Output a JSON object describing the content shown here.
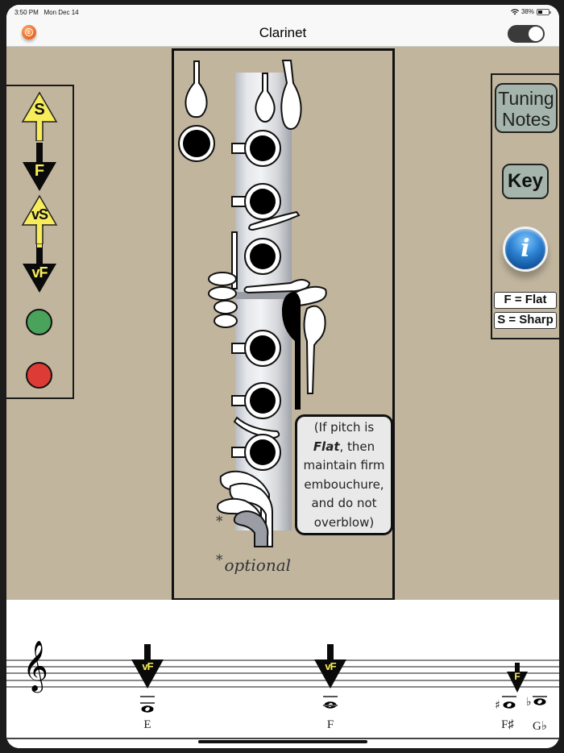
{
  "status_bar": {
    "time": "3:50 PM",
    "date": "Mon Dec 14",
    "wifi_icon": "wifi-icon",
    "battery_percent": "38%",
    "battery_icon": "battery-icon"
  },
  "nav_bar": {
    "title": "Clarinet",
    "left_icon": "copyright-icon",
    "left_icon_glyph": "c",
    "toggle_state": "on"
  },
  "left_panel": {
    "buttons": [
      {
        "label": "S",
        "meaning": "sharp",
        "direction": "up",
        "color": "#f7ec5a"
      },
      {
        "label": "F",
        "meaning": "flat",
        "direction": "down",
        "color": "#0a0a0a"
      },
      {
        "label": "vS",
        "meaning": "very sharp",
        "direction": "up",
        "color": "#f7ec5a"
      },
      {
        "label": "vF",
        "meaning": "very flat",
        "direction": "down",
        "color": "#0a0a0a"
      }
    ],
    "dots": [
      {
        "name": "green-dot",
        "color": "#4aa35a"
      },
      {
        "name": "red-dot",
        "color": "#dd3b35"
      }
    ]
  },
  "right_panel": {
    "tuning_notes_line1": "Tuning",
    "tuning_notes_line2": "Notes",
    "key_label": "Key",
    "info_glyph": "i",
    "legend_flat": "F = Flat",
    "legend_sharp": "S = Sharp"
  },
  "fingering_chart": {
    "tip_line1": "(If pitch is",
    "tip_bold": "Flat",
    "tip_line2_rest": ", then",
    "tip_line3": "maintain firm",
    "tip_line4": "embouchure,",
    "tip_line5": "and do not",
    "tip_line6": "overblow)",
    "asterisk": "*",
    "optional_label": "optional"
  },
  "staff": {
    "clef": "𝄞",
    "notes": [
      {
        "name": "E",
        "indicator": "vF"
      },
      {
        "name": "F",
        "indicator": "vF"
      },
      {
        "name": "F♯",
        "indicator": "F",
        "accidental": "♯"
      },
      {
        "name": "G♭",
        "indicator": "F",
        "accidental": "♭"
      }
    ]
  },
  "colors": {
    "background_tan": "#c1b59e",
    "button_sage": "#a5b5ab",
    "yellow": "#f7ec5a",
    "black": "#0a0a0a"
  }
}
